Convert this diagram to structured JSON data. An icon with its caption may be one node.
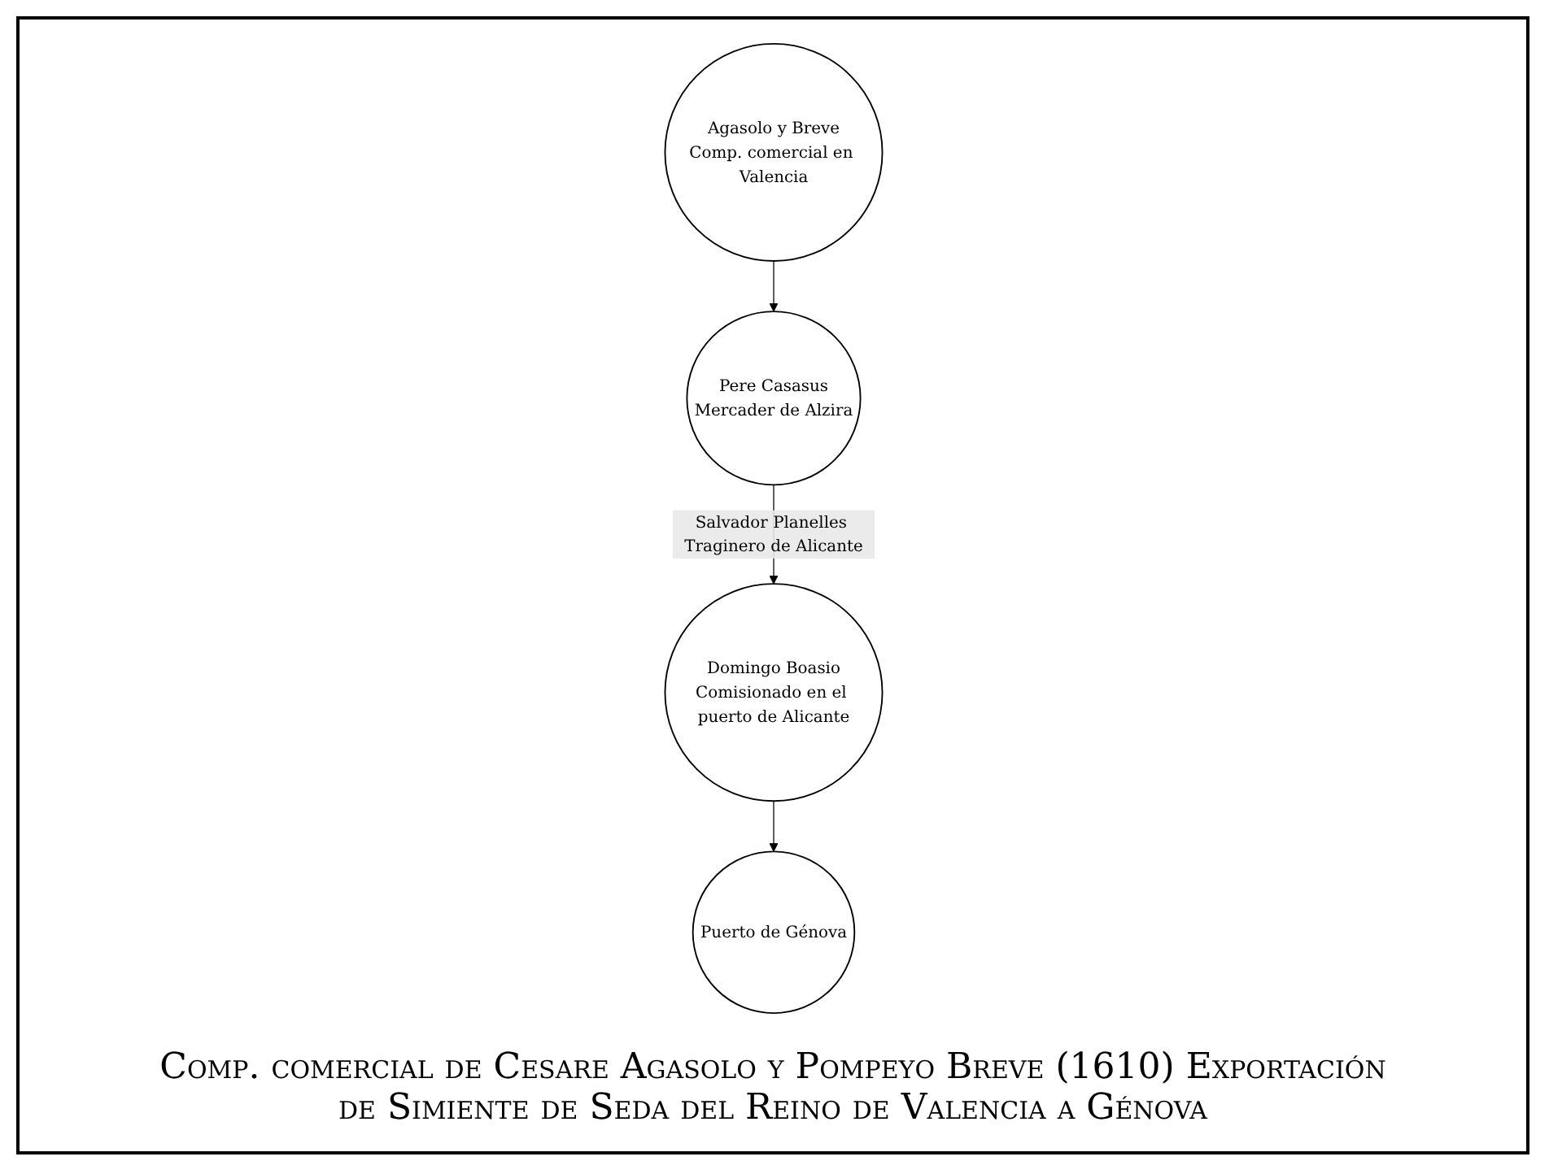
{
  "diagram": {
    "caption": "Comp. comercial de Cesare Agasolo y Pompeyo Breve (1610) Exportación de Simiente de Seda del Reino de Valencia a Génova",
    "nodes": [
      {
        "text": [
          "Puerto de Génova"
        ]
      },
      {
        "text": [
          "Agasolo y Breve",
          "Comp. comercial en Valencia"
        ]
      },
      {
        "text": [
          "Pere Casasus",
          "Mercader de Alzira"
        ]
      },
      {
        "text": [
          "Domingo Boasio",
          "Comisionado en el puerto de Alicante"
        ]
      }
    ],
    "edges": [
      {
        "from": 1,
        "to": 2,
        "arrow": "to"
      },
      {
        "from": 2,
        "to": 3,
        "arrow": "to",
        "label": "Salvador Planelles Traginero de Alicante"
      },
      {
        "from": 3,
        "to": 0,
        "arrow": "to"
      }
    ]
  }
}
